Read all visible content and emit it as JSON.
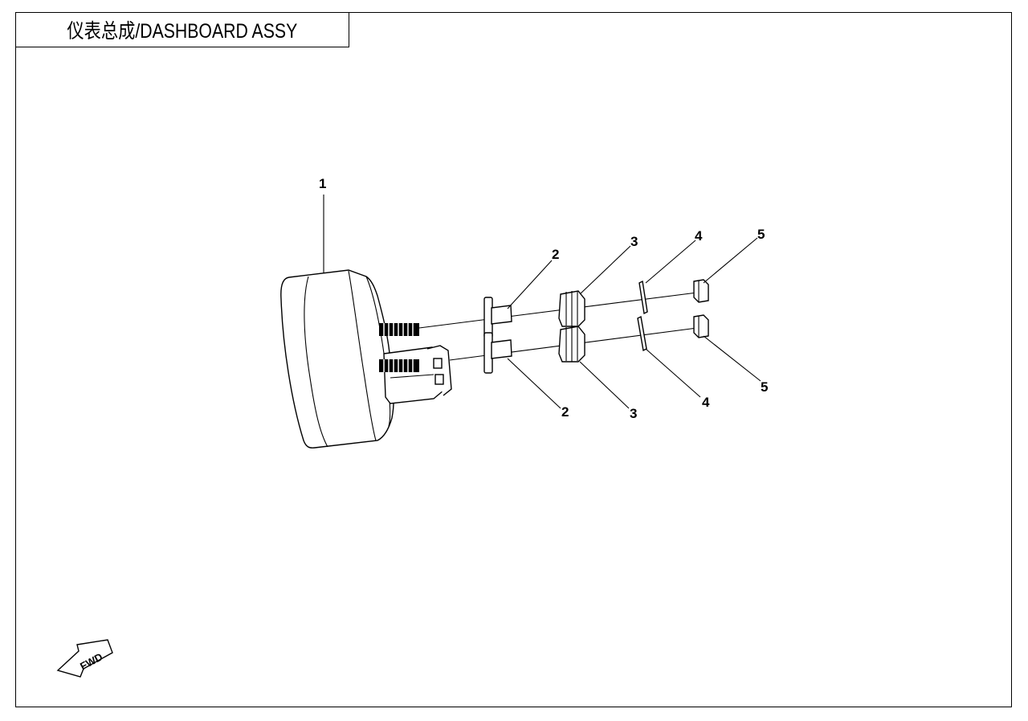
{
  "diagram": {
    "title": "仪表总成/DASHBOARD ASSY",
    "fwd_label": "FWD",
    "callouts": [
      {
        "id": "c1",
        "label": "1"
      },
      {
        "id": "c2a",
        "label": "2"
      },
      {
        "id": "c3a",
        "label": "3"
      },
      {
        "id": "c4a",
        "label": "4"
      },
      {
        "id": "c5a",
        "label": "5"
      },
      {
        "id": "c2b",
        "label": "2"
      },
      {
        "id": "c3b",
        "label": "3"
      },
      {
        "id": "c4b",
        "label": "4"
      },
      {
        "id": "c5b",
        "label": "5"
      }
    ]
  }
}
